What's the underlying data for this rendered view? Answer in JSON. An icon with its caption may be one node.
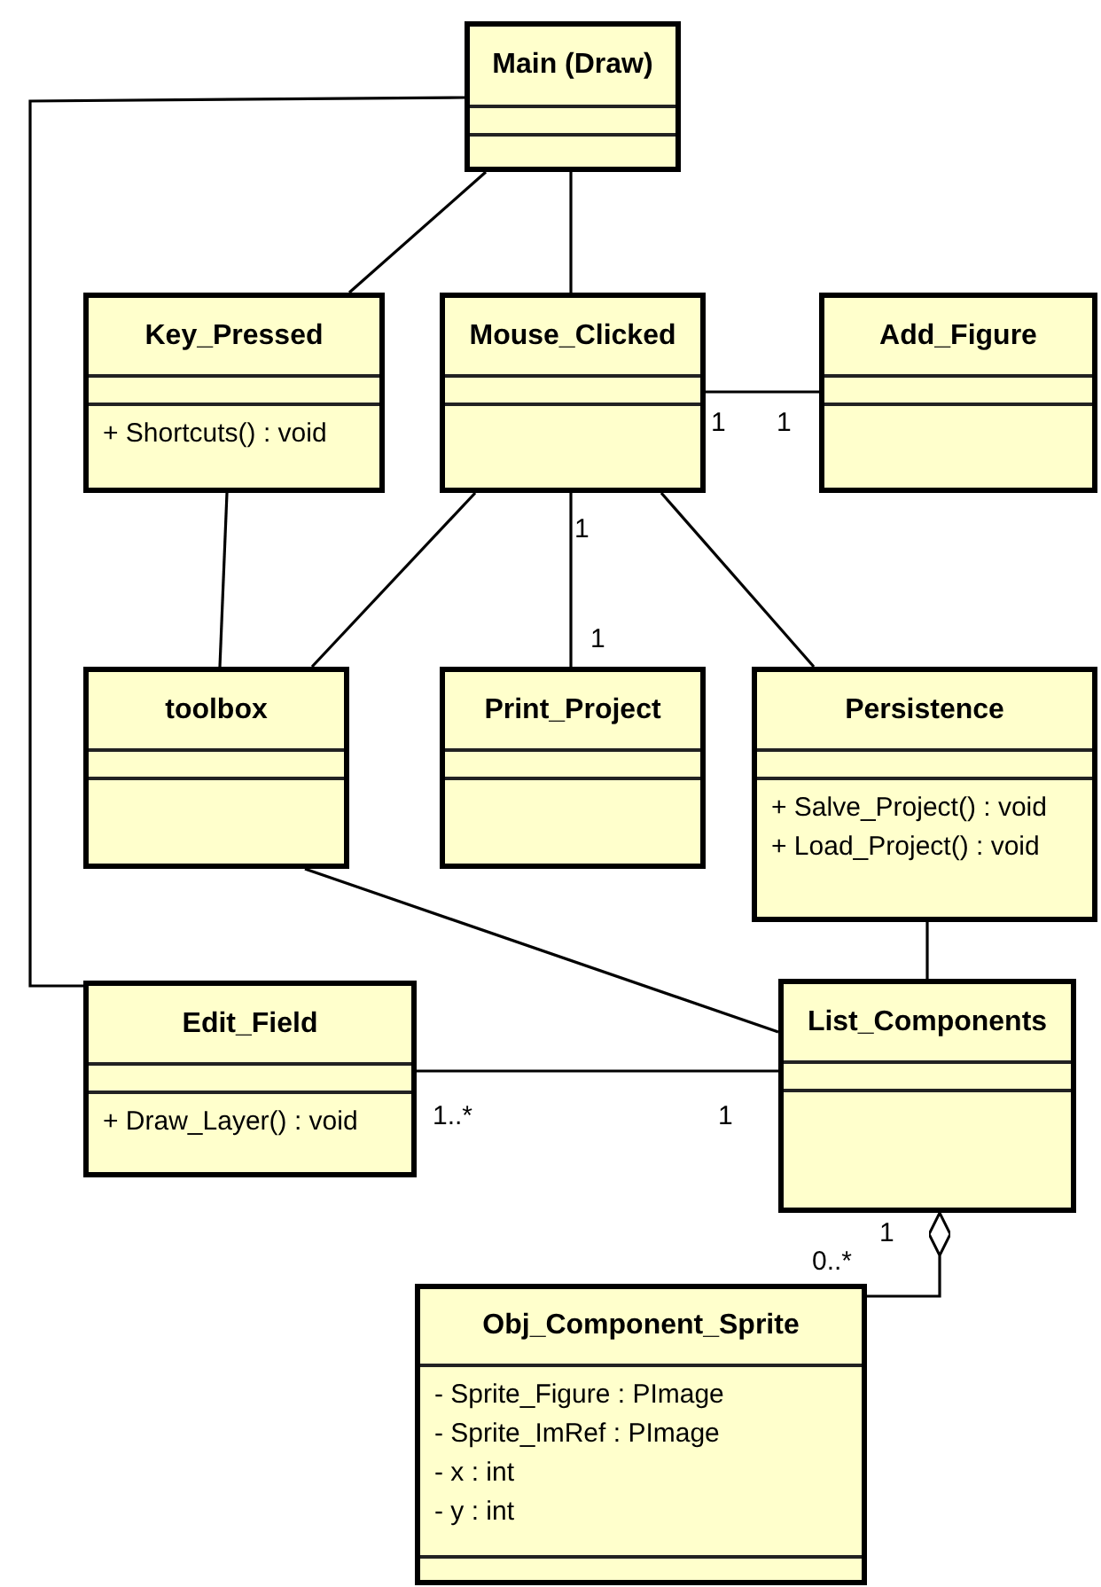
{
  "diagram": {
    "nodes": [
      {
        "text": [
          "Main (Draw)"
        ]
      },
      {
        "text": [
          "Key_Pressed",
          "+ Shortcuts() : void"
        ]
      },
      {
        "text": [
          "Mouse_Clicked"
        ]
      },
      {
        "text": [
          "Add_Figure"
        ]
      },
      {
        "text": [
          "toolbox"
        ]
      },
      {
        "text": [
          "Print_Project"
        ]
      },
      {
        "text": [
          "Persistence",
          "+ Salve_Project() : void",
          "+ Load_Project() : void"
        ]
      },
      {
        "text": [
          "Edit_Field",
          "+ Draw_Layer() : void"
        ]
      },
      {
        "text": [
          "List_Components"
        ]
      },
      {
        "text": [
          "Obj_Component_Sprite",
          "- Sprite_Figure : PImage",
          "- Sprite_ImRef : PImage",
          "- x : int",
          "- y : int"
        ]
      }
    ],
    "edges": [
      {
        "from": 0,
        "to": 1,
        "arrow": "none"
      },
      {
        "from": 0,
        "to": 2,
        "arrow": "none"
      },
      {
        "from": 0,
        "to": 7,
        "arrow": "none"
      },
      {
        "from": 2,
        "to": 3,
        "arrow": "none"
      },
      {
        "from": 1,
        "to": 4,
        "arrow": "none"
      },
      {
        "from": 2,
        "to": 4,
        "arrow": "none"
      },
      {
        "from": 2,
        "to": 5,
        "arrow": "none"
      },
      {
        "from": 2,
        "to": 6,
        "arrow": "none"
      },
      {
        "from": 4,
        "to": 8,
        "arrow": "none"
      },
      {
        "from": 6,
        "to": 8,
        "arrow": "none"
      },
      {
        "from": 7,
        "to": 8,
        "arrow": "none"
      },
      {
        "from": 8,
        "to": 9,
        "arrow": "other"
      }
    ],
    "labels": [
      "1",
      "1",
      "1",
      "1",
      "1..*",
      "1",
      "1",
      "0..*"
    ]
  }
}
